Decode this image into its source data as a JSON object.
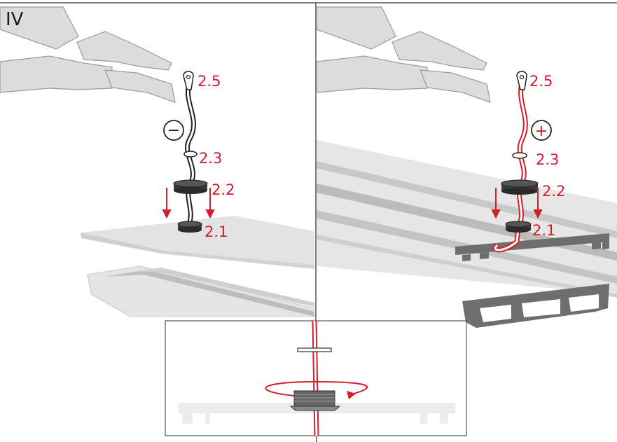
{
  "step_label": "IV",
  "left_panel": {
    "polarity_symbol": "−",
    "labels": {
      "lug": "2.5",
      "washer": "2.3",
      "nut": "2.2",
      "base_nut": "2.1"
    }
  },
  "right_panel": {
    "polarity_symbol": "+",
    "labels": {
      "lug": "2.5",
      "washer": "2.3",
      "nut": "2.2",
      "base_nut": "2.1"
    }
  },
  "colors": {
    "accent_red": "#d0202a",
    "pliers_fill": "#dcdcdc",
    "profile_light": "#e4e4e4",
    "profile_dark": "#6e6e6e",
    "nut_dark": "#2a2a2a"
  }
}
